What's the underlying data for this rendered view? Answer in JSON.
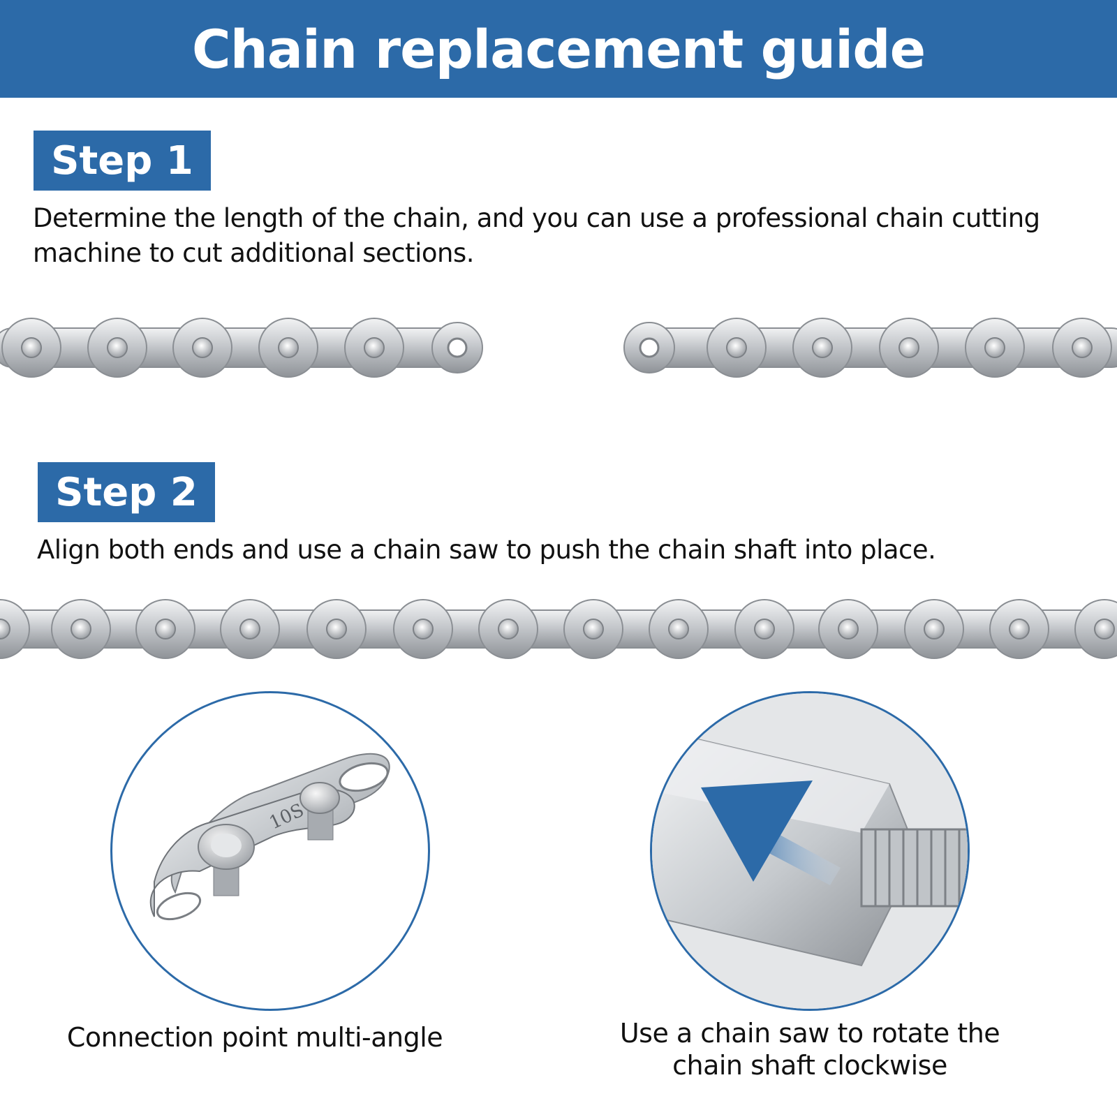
{
  "header": {
    "title": "Chain replacement guide"
  },
  "steps": [
    {
      "label": "Step 1",
      "description": "Determine the length of the chain, and you can use a professional chain cutting machine to cut additional sections."
    },
    {
      "label": "Step 2",
      "description": "Align both ends and use a chain saw to push the chain shaft into place."
    }
  ],
  "details": [
    {
      "caption": "Connection point multi-angle",
      "image": "connection-link",
      "link_marking": "10S"
    },
    {
      "caption": "Use a chain saw to rotate the chain shaft clockwise",
      "image": "chain-tool-shaft",
      "arrow_icon": "arrow-icon"
    }
  ],
  "colors": {
    "brand": "#2c6aa8",
    "metal": "#c9ccd0",
    "text": "#111111",
    "background": "#ffffff"
  }
}
